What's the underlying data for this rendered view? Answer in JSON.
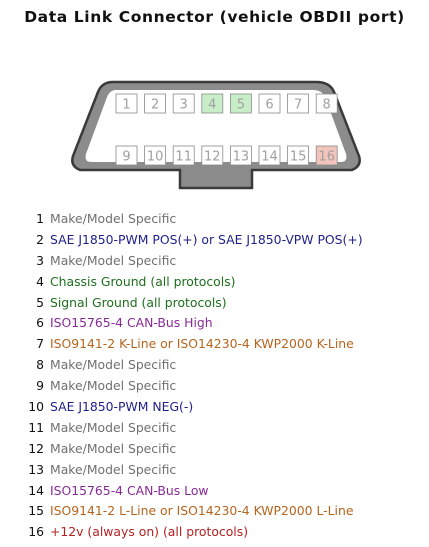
{
  "title": "Data Link Connector (vehicle OBDII port)",
  "pins": [
    {
      "num": "1",
      "desc": "Make/Model Specific",
      "color": "#707070",
      "highlight": ""
    },
    {
      "num": "2",
      "desc": "SAE J1850-PWM POS(+) or SAE J1850-VPW POS(+)",
      "color": "#1f1f8a",
      "highlight": ""
    },
    {
      "num": "3",
      "desc": "Make/Model Specific",
      "color": "#707070",
      "highlight": ""
    },
    {
      "num": "4",
      "desc": "Chassis Ground (all protocols)",
      "color": "#1e6f1e",
      "highlight": "#c8eec8"
    },
    {
      "num": "5",
      "desc": "Signal Ground (all protocols)",
      "color": "#1e6f1e",
      "highlight": "#c8eec8"
    },
    {
      "num": "6",
      "desc": "ISO15765-4 CAN-Bus High",
      "color": "#8a2a9a",
      "highlight": ""
    },
    {
      "num": "7",
      "desc": "ISO9141-2 K-Line or ISO14230-4 KWP2000 K-Line",
      "color": "#b5651d",
      "highlight": ""
    },
    {
      "num": "8",
      "desc": "Make/Model Specific",
      "color": "#707070",
      "highlight": ""
    },
    {
      "num": "9",
      "desc": "Make/Model Specific",
      "color": "#707070",
      "highlight": ""
    },
    {
      "num": "10",
      "desc": "SAE J1850-PWM NEG(-)",
      "color": "#1f1f8a",
      "highlight": ""
    },
    {
      "num": "11",
      "desc": "Make/Model Specific",
      "color": "#707070",
      "highlight": ""
    },
    {
      "num": "12",
      "desc": "Make/Model Specific",
      "color": "#707070",
      "highlight": ""
    },
    {
      "num": "13",
      "desc": "Make/Model Specific",
      "color": "#707070",
      "highlight": ""
    },
    {
      "num": "14",
      "desc": "ISO15765-4 CAN-Bus Low",
      "color": "#8a2a9a",
      "highlight": ""
    },
    {
      "num": "15",
      "desc": "ISO9141-2 L-Line or ISO14230-4 KWP2000 L-Line",
      "color": "#b5651d",
      "highlight": ""
    },
    {
      "num": "16",
      "desc": "+12v (always on) (all protocols)",
      "color": "#b22222",
      "highlight": "#f2c4bc"
    }
  ],
  "colors": {
    "connector_body": "#8c8c8c",
    "connector_outline": "#3a3a3a",
    "connector_face": "#ffffff",
    "pin_slot": "#ffffff",
    "pin_outline": "#8a8a8a"
  }
}
